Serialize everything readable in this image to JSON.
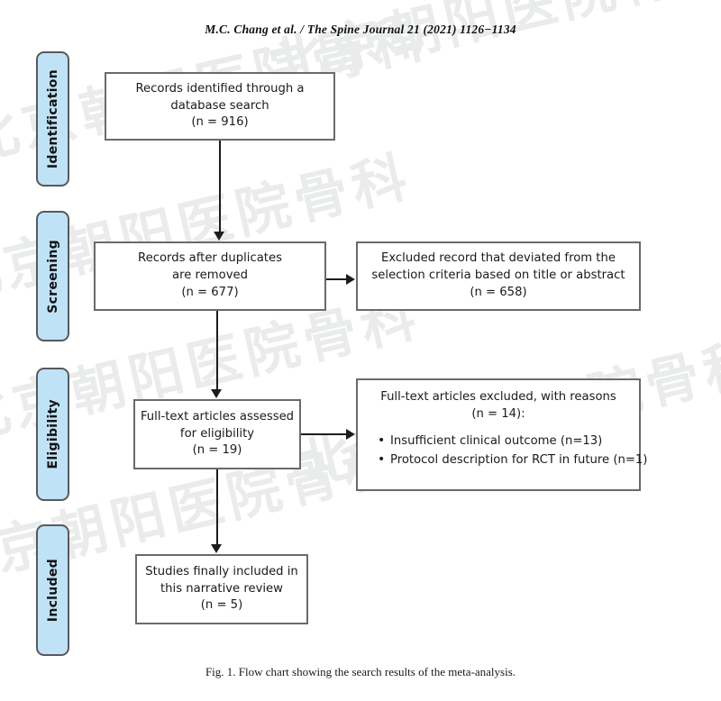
{
  "page": {
    "running_head": "M.C. Chang et al. / The Spine Journal 21 (2021) 1126−1134",
    "caption": "Fig. 1.  Flow chart showing the search results of the meta-analysis.",
    "watermark_text": "北京朝阳医院骨科"
  },
  "colors": {
    "stage_badge_fill": "#bfe2f7",
    "stage_badge_border": "#58595b",
    "box_border": "#6a6a6a",
    "connector": "#1c1c1c",
    "watermark": "#e9ebec"
  },
  "stages": [
    {
      "id": "identification",
      "label": "Identification"
    },
    {
      "id": "screening",
      "label": "Screening"
    },
    {
      "id": "eligibility",
      "label": "Eligibility"
    },
    {
      "id": "included",
      "label": "Included"
    }
  ],
  "boxes": {
    "identified": {
      "line1": "Records identified through a",
      "line2": "database search",
      "count": "(n = 916)"
    },
    "deduplicated": {
      "line1": "Records after duplicates",
      "line2": "are removed",
      "count": "(n = 677)"
    },
    "excluded_screening": {
      "line1": "Excluded record that deviated from the",
      "line2": "selection criteria based on title or abstract",
      "count": "(n = 658)"
    },
    "fulltext_assessed": {
      "line1": "Full-text articles assessed",
      "line2": "for eligibility",
      "count": "(n = 19)"
    },
    "excluded_eligibility": {
      "line1": "Full-text articles excluded, with reasons",
      "count": "(n = 14):",
      "reasons": [
        "Insufficient clinical outcome (n=13)",
        "Protocol description for RCT in future (n=1)"
      ]
    },
    "included_studies": {
      "line1": "Studies finally included in",
      "line2": "this narrative review",
      "count": "(n = 5)"
    }
  },
  "chart_data": {
    "type": "diagram",
    "title": "PRISMA flow chart of search results",
    "nodes": [
      {
        "stage": "Identification",
        "label": "Records identified through a database search",
        "n": 916
      },
      {
        "stage": "Screening",
        "label": "Records after duplicates are removed",
        "n": 677
      },
      {
        "stage": "Screening",
        "label": "Excluded record that deviated from the selection criteria based on title or abstract",
        "n": 658
      },
      {
        "stage": "Eligibility",
        "label": "Full-text articles assessed for eligibility",
        "n": 19
      },
      {
        "stage": "Eligibility",
        "label": "Full-text articles excluded, with reasons",
        "n": 14
      },
      {
        "stage": "Eligibility",
        "label": "Insufficient clinical outcome",
        "n": 13
      },
      {
        "stage": "Eligibility",
        "label": "Protocol description for RCT in future",
        "n": 1
      },
      {
        "stage": "Included",
        "label": "Studies finally included in this narrative review",
        "n": 5
      }
    ]
  }
}
